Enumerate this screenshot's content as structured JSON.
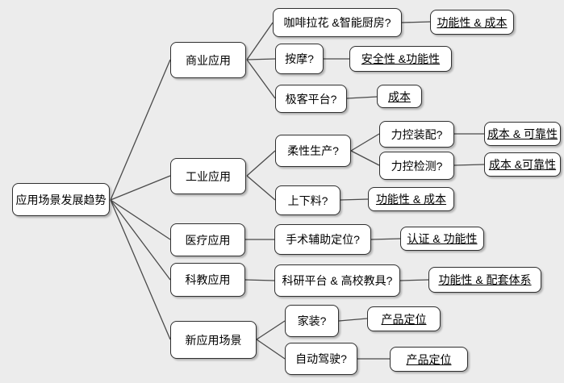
{
  "diagram": {
    "type": "mindmap",
    "colors": {
      "background": "#ececec",
      "node_fill": "#ffffff",
      "node_border": "#2f2f2f",
      "connector": "#4a4a4a",
      "text": "#000000"
    }
  },
  "mindmap": {
    "root": {
      "label": "应用场景发展趋势"
    },
    "branches": [
      {
        "label": "商业应用",
        "topics": [
          {
            "label": "咖啡拉花 &智能厨房?",
            "factors": [
              {
                "label": "功能性 & 成本"
              }
            ]
          },
          {
            "label": "按摩?",
            "factors": [
              {
                "label": "安全性 &功能性"
              }
            ]
          },
          {
            "label": "极客平台?",
            "factors": [
              {
                "label": "成本"
              }
            ]
          }
        ]
      },
      {
        "label": "工业应用",
        "topics": [
          {
            "label": "柔性生产?",
            "subtopics": [
              {
                "label": "力控装配?",
                "factors": [
                  {
                    "label": "成本 & 可靠性"
                  }
                ]
              },
              {
                "label": "力控检测?",
                "factors": [
                  {
                    "label": "成本 &可靠性"
                  }
                ]
              }
            ]
          },
          {
            "label": "上下料?",
            "factors": [
              {
                "label": "功能性 & 成本"
              }
            ]
          }
        ]
      },
      {
        "label": "医疗应用",
        "topics": [
          {
            "label": "手术辅助定位?",
            "factors": [
              {
                "label": "认证 & 功能性"
              }
            ]
          }
        ]
      },
      {
        "label": "科教应用",
        "topics": [
          {
            "label": "科研平台 & 高校教具?",
            "factors": [
              {
                "label": "功能性 & 配套体系"
              }
            ]
          }
        ]
      },
      {
        "label": "新应用场景",
        "topics": [
          {
            "label": "家装?",
            "factors": [
              {
                "label": "产品定位"
              }
            ]
          },
          {
            "label": "自动驾驶?",
            "factors": [
              {
                "label": "产品定位"
              }
            ]
          }
        ]
      }
    ]
  }
}
